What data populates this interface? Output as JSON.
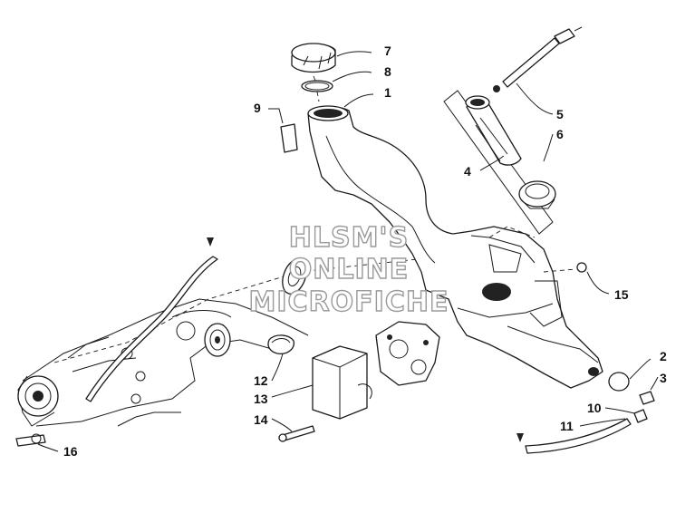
{
  "watermark": {
    "lines": [
      "HLSM'S",
      "ONLINE",
      "MICROFICHE"
    ]
  },
  "callouts": [
    "1",
    "2",
    "3",
    "4",
    "5",
    "6",
    "7",
    "8",
    "9",
    "10",
    "11",
    "12",
    "13",
    "14",
    "15",
    "16"
  ],
  "colors": {
    "ink": "#1a1a1a",
    "watermark_outline": "#9a9a9a",
    "background": "#ffffff"
  }
}
